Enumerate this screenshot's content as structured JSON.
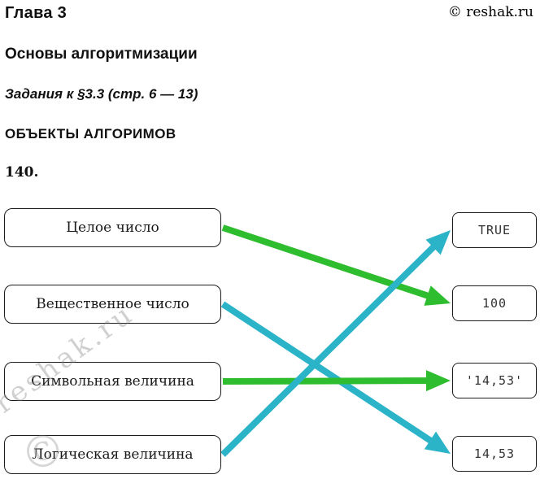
{
  "header": {
    "chapter": "Глава 3",
    "copyright": "© reshak.ru",
    "subtitle": "Основы алгоритмизации",
    "section": "Задания к §3.3 (стр. 6 — 13)",
    "topic": "ОБЪЕКТЫ АЛГОРИМОВ",
    "task_number": "140."
  },
  "diagram": {
    "left_items": [
      {
        "label": "Целое число"
      },
      {
        "label": "Вещественное число"
      },
      {
        "label": "Символьная величина"
      },
      {
        "label": "Логическая величина"
      }
    ],
    "right_items": [
      {
        "label": "TRUE"
      },
      {
        "label": "100"
      },
      {
        "label": "'14,53'"
      },
      {
        "label": "14,53"
      }
    ],
    "connections": [
      {
        "from": 0,
        "to": 1,
        "color": "#2ebd2e"
      },
      {
        "from": 1,
        "to": 3,
        "color": "#2bb3c8"
      },
      {
        "from": 2,
        "to": 2,
        "color": "#2ebd2e"
      },
      {
        "from": 3,
        "to": 0,
        "color": "#2bb3c8"
      }
    ],
    "arrow_colors": {
      "green": "#2ebd2e",
      "cyan": "#2bb3c8"
    }
  },
  "watermark": {
    "text": "reshak.ru",
    "symbol": "©"
  }
}
